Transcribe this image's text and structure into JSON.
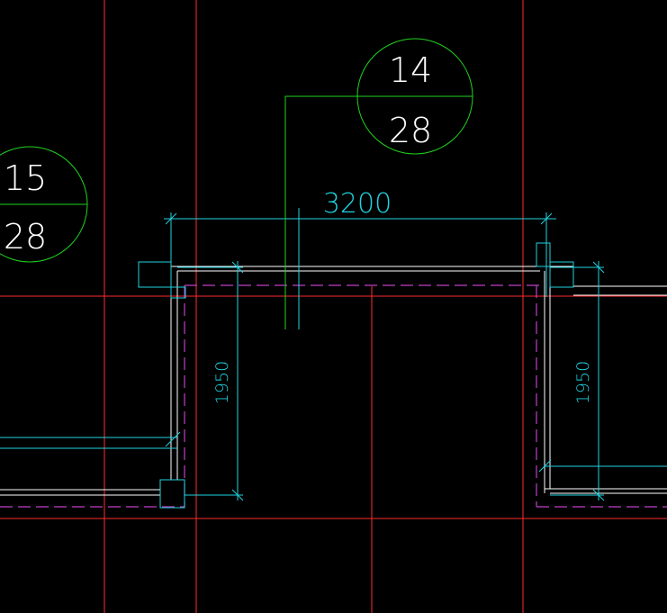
{
  "colors": {
    "background": "#000000",
    "axis": "#ff2b2b",
    "dimension": "#1fd3e0",
    "wall": "#ffffff",
    "hidden_line": "#c040c8",
    "detail_bubble": "#1fd31f",
    "bubble_text": "#ffffff",
    "leader": "#1fd31f"
  },
  "detail_marks": [
    {
      "id": "marker-14-28",
      "top": "14",
      "bottom": "28"
    },
    {
      "id": "marker-15-28",
      "top": "15",
      "bottom": "28"
    }
  ],
  "dimensions": {
    "overall_width": "3200",
    "left_depth": "1950",
    "right_depth": "1950"
  }
}
